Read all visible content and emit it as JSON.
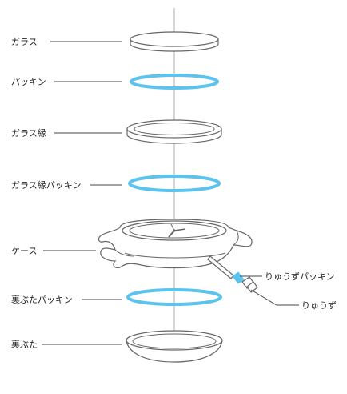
{
  "labels": {
    "glass": "ガラス",
    "packing": "パッキン",
    "bezel": "ガラス縁",
    "bezel_packing": "ガラス縁パッキン",
    "case": "ケース",
    "caseback_packing": "裏ぶたパッキン",
    "caseback": "裏ぶた",
    "crown_packing": "りゅうずパッキン",
    "crown": "りゅうず"
  },
  "colors": {
    "packing": "#5cc3ee",
    "outline": "#666666",
    "axis": "#c9c9c9"
  }
}
